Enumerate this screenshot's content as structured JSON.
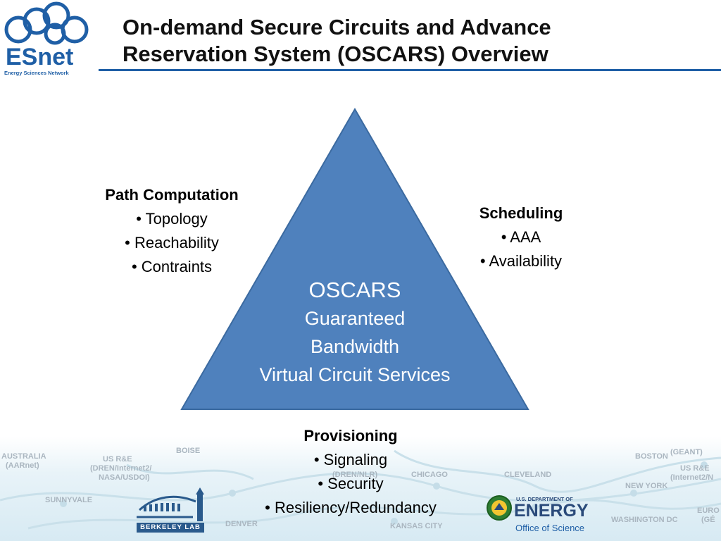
{
  "header": {
    "logo": {
      "name": "ESnet",
      "tagline": "Energy Sciences Network"
    },
    "title_line1": "On-demand Secure Circuits and Advance",
    "title_line2": "Reservation System (OSCARS) Overview",
    "colors": {
      "brand_blue": "#1f5fa6",
      "triangle_fill": "#4f81bd",
      "triangle_stroke": "#3b6aa0"
    }
  },
  "triangle": {
    "heading": "OSCARS",
    "line1": "Guaranteed",
    "line2": "Bandwidth",
    "line3": "Virtual Circuit Services"
  },
  "path_computation": {
    "heading": "Path Computation",
    "items": [
      "• Topology",
      "• Reachability",
      "• Contraints"
    ]
  },
  "scheduling": {
    "heading": "Scheduling",
    "items": [
      "• AAA",
      "• Availability"
    ]
  },
  "provisioning": {
    "heading": "Provisioning",
    "items": [
      "• Signaling",
      "• Security",
      "• Resiliency/Redundancy"
    ]
  },
  "background_map": {
    "labels": [
      "AUSTRALIA",
      "(AARnet)",
      "US R&E",
      "(DREN/Internet2/",
      "NASA/USDOI)",
      "SUNNYVALE",
      "DENVER",
      "BOISE",
      "CHICAGO",
      "CLEVELAND",
      "NEW YORK",
      "BOSTON",
      "(GEANT)",
      "US R&E",
      "(Internet2/N",
      "WASHINGTON DC",
      "EURO",
      "(GÉ",
      "KANSAS CITY",
      "(DREN/NLR)"
    ]
  },
  "footer": {
    "berkeley": "BERKELEY LAB",
    "doe_top": "U.S. DEPARTMENT OF",
    "doe_energy": "ENERGY",
    "doe_office": "Office of Science"
  }
}
